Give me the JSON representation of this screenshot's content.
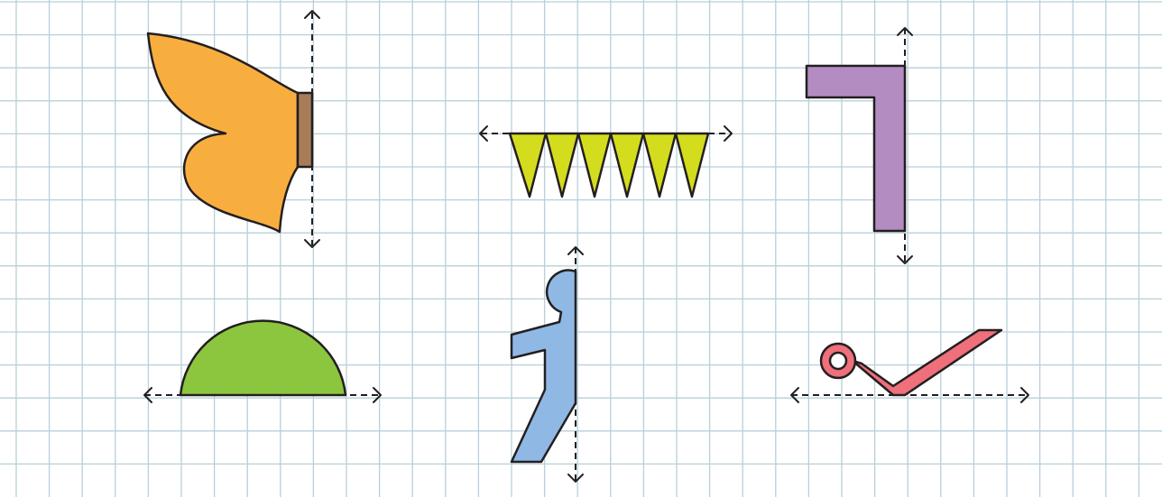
{
  "worksheet": {
    "grid": {
      "line_color": "#b8cfd9",
      "background": "#ffffff"
    },
    "colors": {
      "outline": "#231f20",
      "butterfly_wing": "#f8ae3f",
      "butterfly_body": "#a77c57",
      "bunting": "#d4dc1e",
      "l_shape": "#b38cc2",
      "semicircle": "#8cc63f",
      "figure": "#8fb8e5",
      "hook": "#ef6f7a"
    },
    "shapes": [
      {
        "name": "butterfly-half",
        "axis": "vertical"
      },
      {
        "name": "bunting-flags",
        "axis": "horizontal"
      },
      {
        "name": "l-shape-half",
        "axis": "vertical"
      },
      {
        "name": "semicircle",
        "axis": "horizontal"
      },
      {
        "name": "figure-half",
        "axis": "vertical"
      },
      {
        "name": "hook-half",
        "axis": "horizontal"
      }
    ]
  }
}
